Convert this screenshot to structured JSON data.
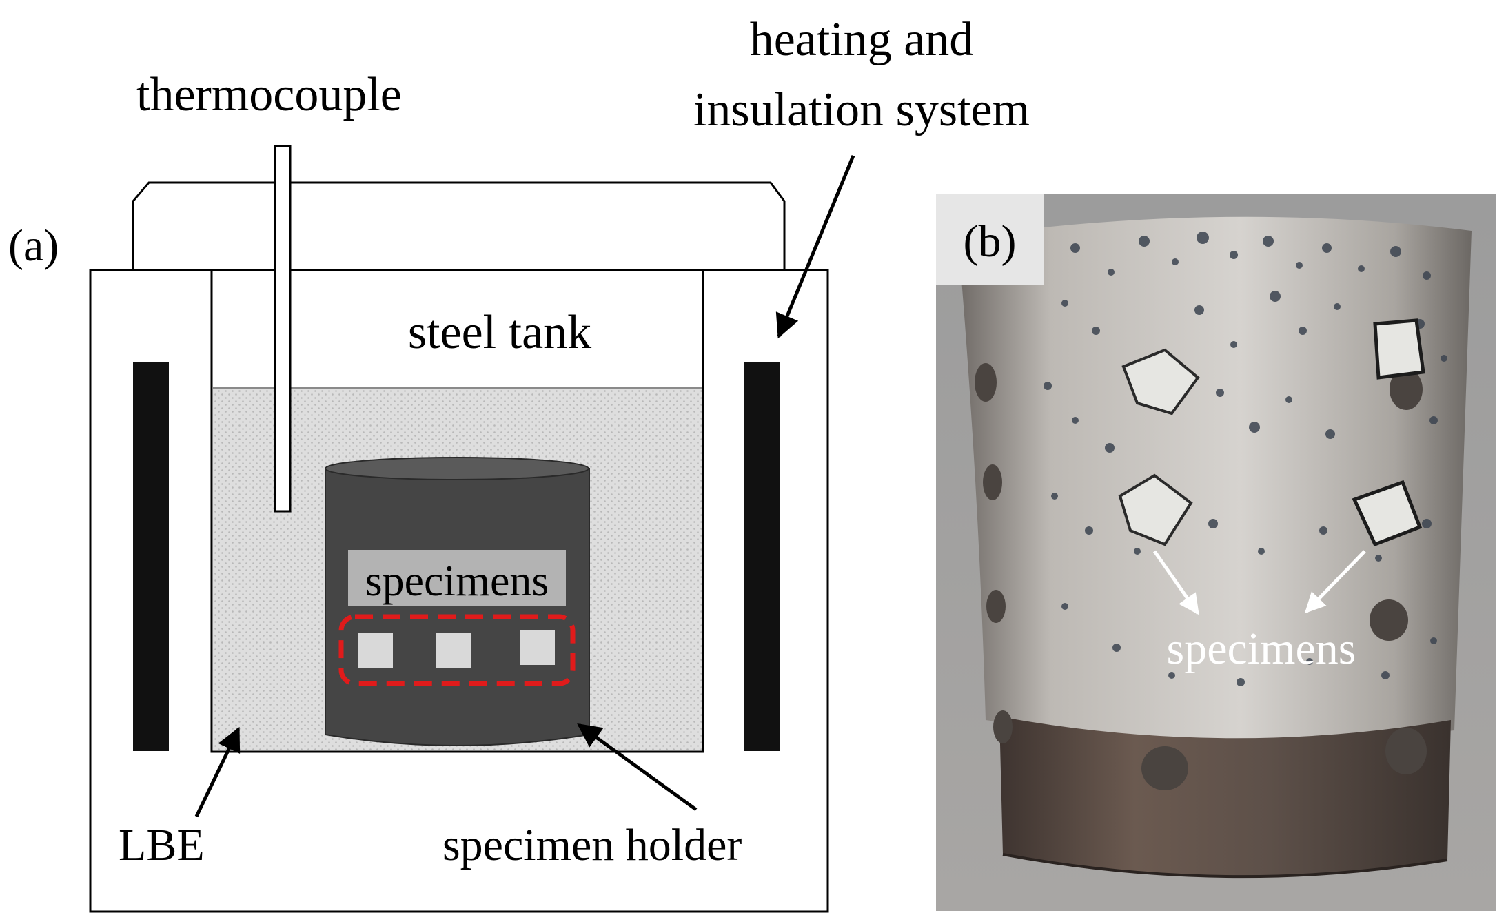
{
  "panel_a": {
    "tag": "(a)",
    "labels": {
      "thermocouple": "thermocouple",
      "heating_line1": "heating and",
      "heating_line2": "insulation system",
      "steel_tank": "steel tank",
      "specimens": "specimens",
      "lbe": "LBE",
      "specimen_holder": "specimen holder"
    },
    "colors": {
      "outline": "#000000",
      "lbe_fill": "#dcdcdc",
      "holder_fill": "#454545",
      "heater": "#111111",
      "specimen": "#d9d9d9",
      "dashed_box": "#e01b1b",
      "label_band": "#b3b3b3"
    }
  },
  "panel_b": {
    "tag": "(b)",
    "labels": {
      "specimens": "specimens"
    },
    "colors": {
      "background": "#9a9a9a",
      "metal": "#c4c1bd",
      "band": "#5a4c44",
      "specimen": "#e6e6e2"
    }
  }
}
